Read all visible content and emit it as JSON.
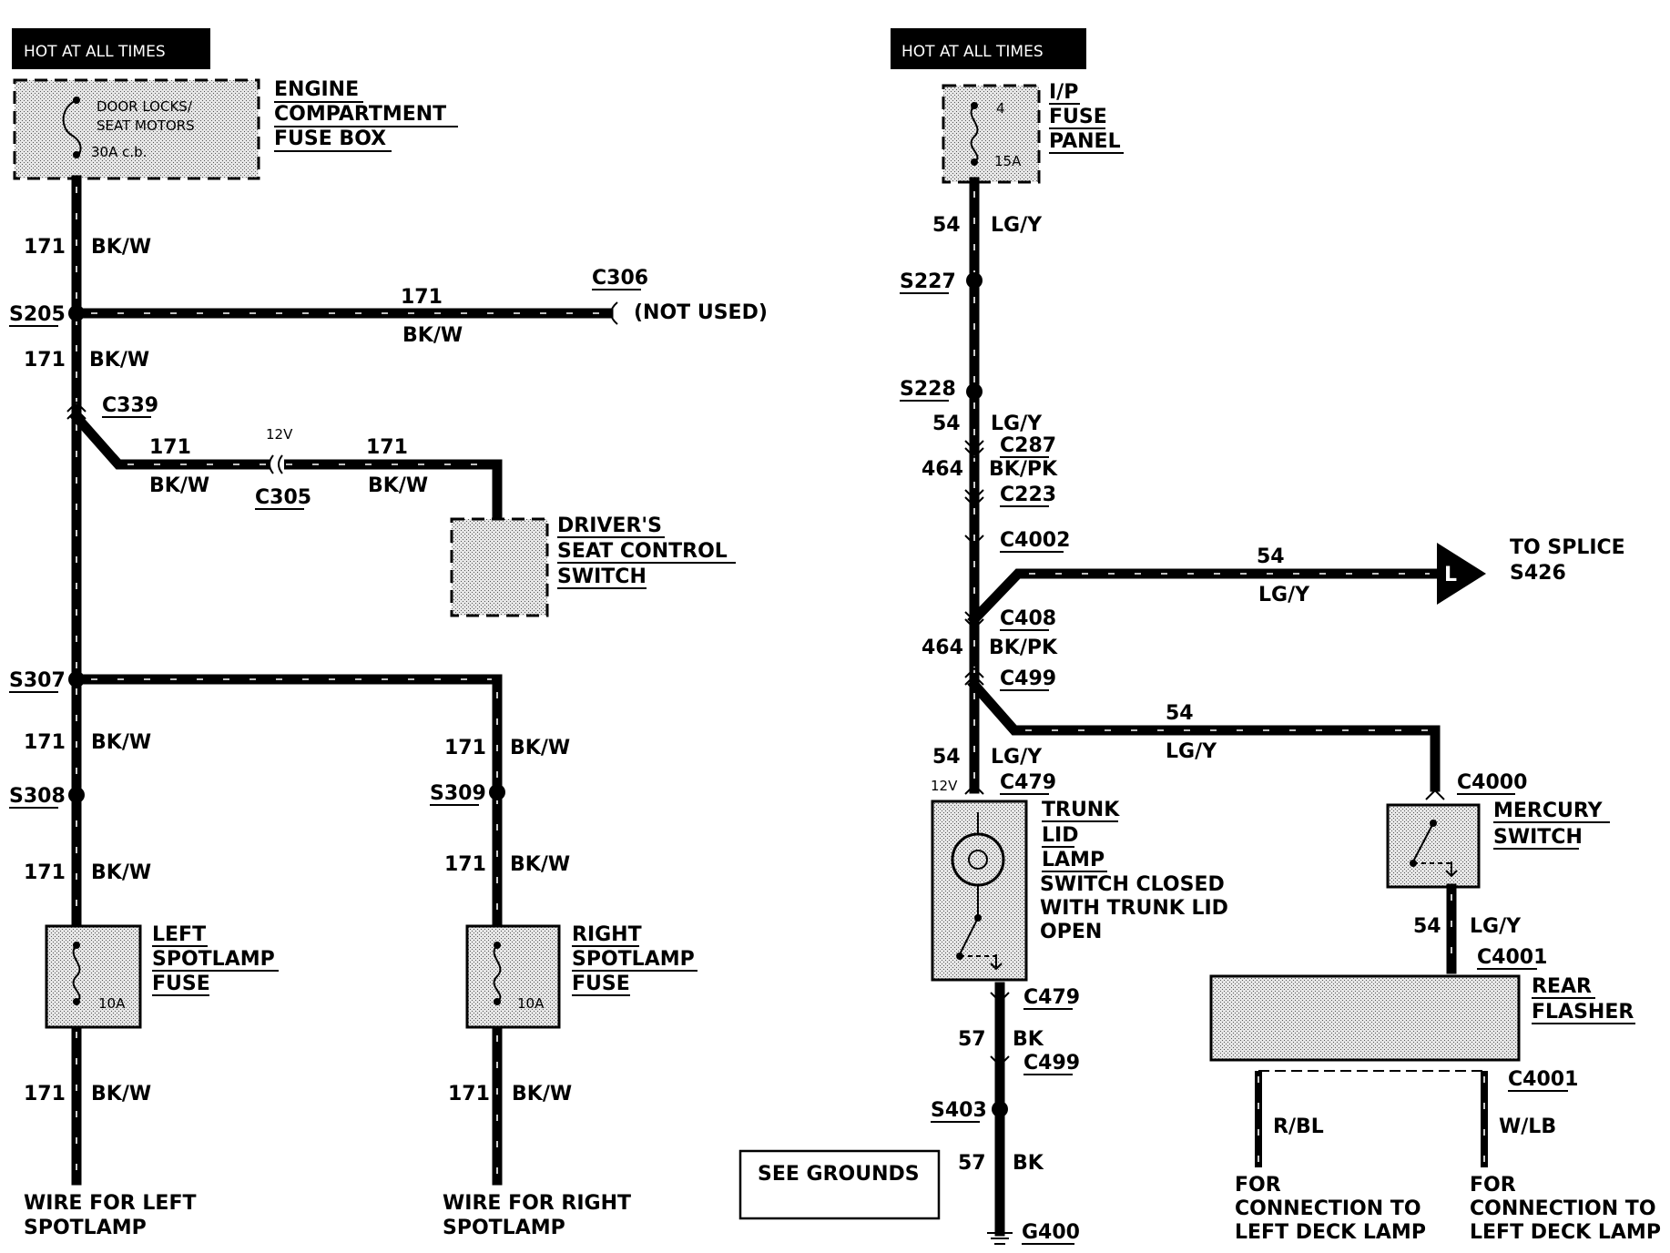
{
  "left": {
    "hot_label": "HOT AT ALL TIMES",
    "fuse_box": {
      "fuse_text_1": "DOOR LOCKS/",
      "fuse_text_2": "SEAT MOTORS",
      "fuse_rating": "30A c.b.",
      "title_1": "ENGINE",
      "title_2": "COMPARTMENT",
      "title_3": "FUSE BOX"
    },
    "wire_171_a": {
      "circuit": "171",
      "color": "BK/W"
    },
    "s205": "S205",
    "branch_c306": {
      "circuit": "171",
      "color": "BK/W",
      "connector": "C306",
      "note": "(NOT USED)"
    },
    "wire_171_b": {
      "circuit": "171",
      "color": "BK/W"
    },
    "c339": "C339",
    "seat_branch": {
      "circuit_1": "171",
      "color_1": "BK/W",
      "voltage": "12V",
      "connector": "C305",
      "circuit_2": "171",
      "color_2": "BK/W"
    },
    "seat_switch": {
      "line_1": "DRIVER'S",
      "line_2": "SEAT CONTROL",
      "line_3": "SWITCH"
    },
    "s307": "S307",
    "wire_171_c": {
      "circuit": "171",
      "color": "BK/W"
    },
    "s308": "S308",
    "wire_171_d": {
      "circuit": "171",
      "color": "BK/W"
    },
    "left_fuse": {
      "line_1": "LEFT",
      "line_2": "SPOTLAMP",
      "line_3": "FUSE",
      "rating": "10A"
    },
    "wire_171_e": {
      "circuit": "171",
      "color": "BK/W"
    },
    "left_end": {
      "line_1": "WIRE FOR LEFT",
      "line_2": "SPOTLAMP"
    },
    "right_wire_a": {
      "circuit": "171",
      "color": "BK/W"
    },
    "s309": "S309",
    "right_wire_b": {
      "circuit": "171",
      "color": "BK/W"
    },
    "right_fuse": {
      "line_1": "RIGHT",
      "line_2": "SPOTLAMP",
      "line_3": "FUSE",
      "rating": "10A"
    },
    "right_wire_c": {
      "circuit": "171",
      "color": "BK/W"
    },
    "right_end": {
      "line_1": "WIRE FOR RIGHT",
      "line_2": "SPOTLAMP"
    }
  },
  "right": {
    "hot_label": "HOT AT ALL TIMES",
    "fuse_panel": {
      "number": "4",
      "rating": "15A",
      "title_1": "I/P",
      "title_2": "FUSE",
      "title_3": "PANEL"
    },
    "wire_54_a": {
      "circuit": "54",
      "color": "LG/Y"
    },
    "s227": "S227",
    "s228": "S228",
    "wire_54_b": {
      "circuit": "54",
      "color": "LG/Y"
    },
    "c287": "C287",
    "wire_464_a": {
      "circuit": "464",
      "color": "BK/PK"
    },
    "c223": "C223",
    "c4002": "C4002",
    "splice_branch": {
      "circuit": "54",
      "color": "LG/Y",
      "arrow_letter": "L",
      "dest_1": "TO SPLICE",
      "dest_2": "S426"
    },
    "c408": "C408",
    "wire_464_b": {
      "circuit": "464",
      "color": "BK/PK"
    },
    "c499": "C499",
    "mercury_branch": {
      "circuit": "54",
      "color": "LG/Y"
    },
    "wire_54_c": {
      "circuit": "54",
      "color": "LG/Y"
    },
    "voltage": "12V",
    "c479": "C479",
    "trunk_lamp": {
      "line_1": "TRUNK",
      "line_2": "LID",
      "line_3": "LAMP",
      "note_1": "SWITCH CLOSED",
      "note_2": "WITH TRUNK LID",
      "note_3": "OPEN"
    },
    "c479_b": "C479",
    "wire_57_a": {
      "circuit": "57",
      "color": "BK"
    },
    "c499_b": "C499",
    "s403": "S403",
    "wire_57_b": {
      "circuit": "57",
      "color": "BK"
    },
    "g400": "G400",
    "see_grounds": "SEE GROUNDS",
    "c4000": "C4000",
    "mercury_switch": {
      "line_1": "MERCURY",
      "line_2": "SWITCH"
    },
    "wire_54_d": {
      "circuit": "54",
      "color": "LG/Y"
    },
    "c4001_top": "C4001",
    "rear_flasher": {
      "line_1": "REAR",
      "line_2": "FLASHER"
    },
    "c4001_bottom": "C4001",
    "out_rbl": "R/BL",
    "out_wlb": "W/LB",
    "conn_left": {
      "line_1": "FOR",
      "line_2": "CONNECTION TO",
      "line_3": "LEFT DECK LAMP"
    },
    "conn_right": {
      "line_1": "FOR",
      "line_2": "CONNECTION TO",
      "line_3": "LEFT DECK LAMP"
    }
  }
}
